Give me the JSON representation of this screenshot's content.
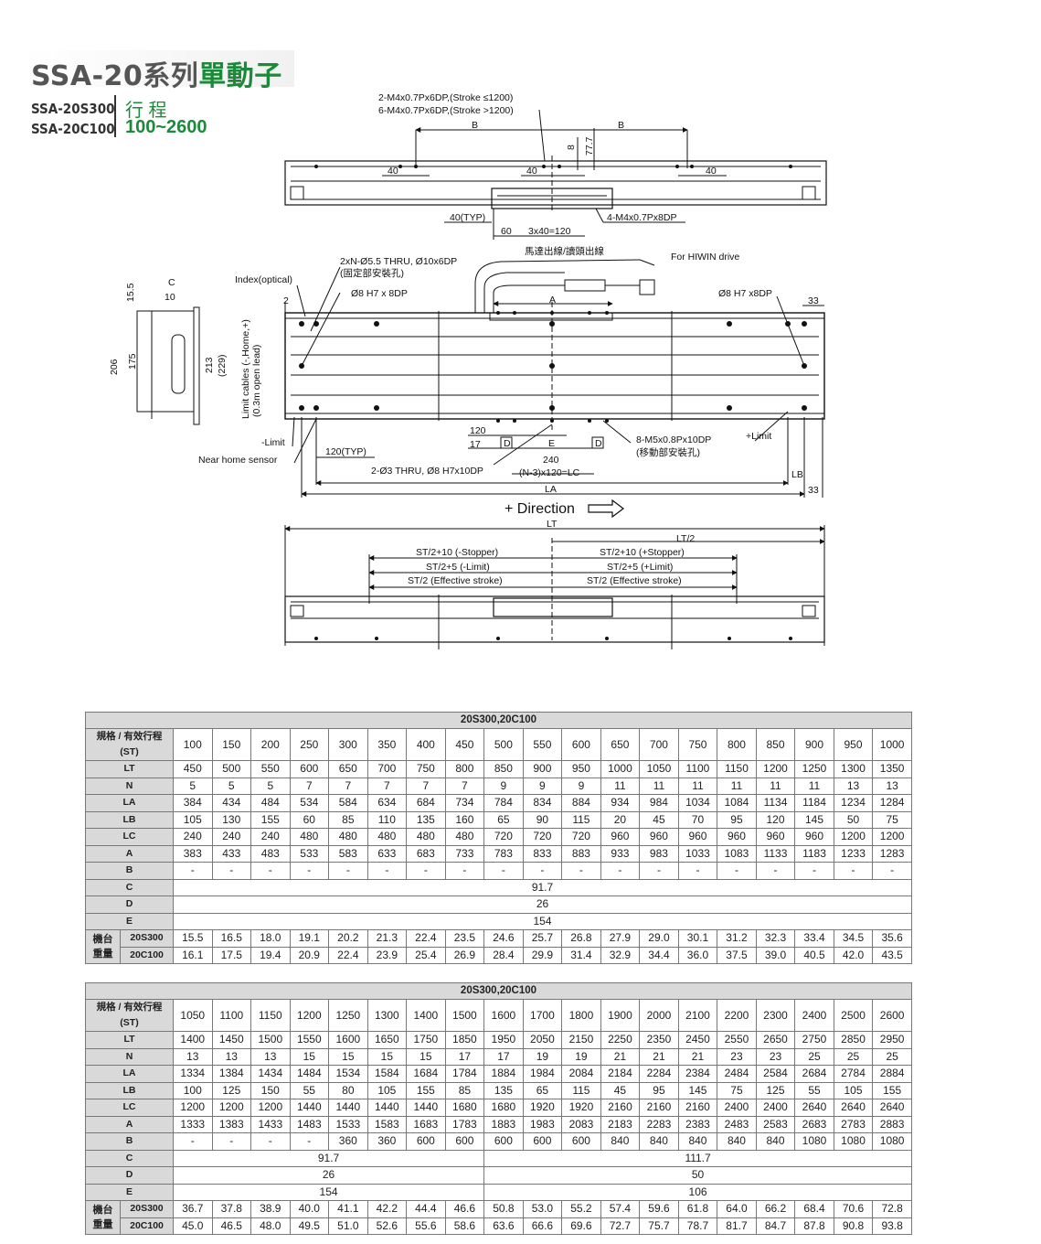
{
  "header": {
    "title_prefix": "SSA-20系列",
    "title_suffix": "單動子",
    "model1": "SSA-20S300",
    "model2": "SSA-20C100",
    "stroke_label": "行 程",
    "stroke_value": "100~2600"
  },
  "drawing": {
    "top": {
      "callout1": "2-M4x0.7Px6DP,(Stroke ≤1200)",
      "callout2": "6-M4x0.7Px6DP,(Stroke >1200)",
      "b_left": "B",
      "b_right": "B",
      "dim_40a": "40",
      "dim_40b": "40",
      "dim_40c": "40",
      "dim_8": "8",
      "dim_77": "77.7",
      "dim_40typ": "40(TYP)",
      "dim_60": "60",
      "dim_3x40": "3x40=120",
      "tap": "4-M4x0.7Px8DP"
    },
    "plan": {
      "motor_cable": "馬達出線/讀頭出線",
      "hiwin": "For HIWIN drive",
      "thru": "2xN-Ø5.5 THRU, Ø10x6DP",
      "thru_cn": "(固定部安裝孔)",
      "index": "Index(optical)",
      "pin_left": "Ø8 H7 x 8DP",
      "pin_right": "Ø8 H7 x8DP",
      "dim_2": "2",
      "dim_a": "A",
      "dim_33a": "33",
      "dim_c": "C",
      "dim_10": "10",
      "dim_155": "15.5",
      "dim_206": "206",
      "dim_175": "175",
      "dim_213": "213",
      "dim_229": "(229)",
      "limit_cables": "Limit cables (-,Home,+)",
      "open_lead": "(0.3m open lead)",
      "neg_limit": "-Limit",
      "pos_limit": "+Limit",
      "near_home": "Near home sensor",
      "dim_120typ": "120(TYP)",
      "dim_120": "120",
      "dim_17": "17",
      "dim_d1": "D",
      "dim_e": "E",
      "dim_d2": "D",
      "m5": "8-M5x0.8Px10DP",
      "m5_cn": "(移動部安裝孔)",
      "dim_240": "240",
      "pin3": "2-Ø3 THRU, Ø8 H7x10DP",
      "lc": "(N-3)x120=LC",
      "dim_la": "LA",
      "dim_lb": "LB",
      "dim_33b": "33",
      "direction": "+ Direction"
    },
    "stroke": {
      "lt": "LT",
      "lt2": "LT/2",
      "neg_stop": "ST/2+10 (-Stopper)",
      "pos_stop": "ST/2+10 (+Stopper)",
      "neg_lim": "ST/2+5 (-Limit)",
      "pos_lim": "ST/2+5 (+Limit)",
      "neg_eff": "ST/2 (Effective stroke)",
      "pos_eff": "ST/2 (Effective stroke)"
    }
  },
  "tables": [
    {
      "caption": "20S300,20C100",
      "header": "規格 / 有效行程 (ST)",
      "strokes": [
        "100",
        "150",
        "200",
        "250",
        "300",
        "350",
        "400",
        "450",
        "500",
        "550",
        "600",
        "650",
        "700",
        "750",
        "800",
        "850",
        "900",
        "950",
        "1000"
      ],
      "rows": [
        {
          "label": "LT",
          "values": [
            "450",
            "500",
            "550",
            "600",
            "650",
            "700",
            "750",
            "800",
            "850",
            "900",
            "950",
            "1000",
            "1050",
            "1100",
            "1150",
            "1200",
            "1250",
            "1300",
            "1350"
          ]
        },
        {
          "label": "N",
          "values": [
            "5",
            "5",
            "5",
            "7",
            "7",
            "7",
            "7",
            "7",
            "9",
            "9",
            "9",
            "11",
            "11",
            "11",
            "11",
            "11",
            "11",
            "13",
            "13"
          ]
        },
        {
          "label": "LA",
          "values": [
            "384",
            "434",
            "484",
            "534",
            "584",
            "634",
            "684",
            "734",
            "784",
            "834",
            "884",
            "934",
            "984",
            "1034",
            "1084",
            "1134",
            "1184",
            "1234",
            "1284"
          ]
        },
        {
          "label": "LB",
          "values": [
            "105",
            "130",
            "155",
            "60",
            "85",
            "110",
            "135",
            "160",
            "65",
            "90",
            "115",
            "20",
            "45",
            "70",
            "95",
            "120",
            "145",
            "50",
            "75"
          ]
        },
        {
          "label": "LC",
          "values": [
            "240",
            "240",
            "240",
            "480",
            "480",
            "480",
            "480",
            "480",
            "720",
            "720",
            "720",
            "960",
            "960",
            "960",
            "960",
            "960",
            "960",
            "1200",
            "1200"
          ]
        },
        {
          "label": "A",
          "values": [
            "383",
            "433",
            "483",
            "533",
            "583",
            "633",
            "683",
            "733",
            "783",
            "833",
            "883",
            "933",
            "983",
            "1033",
            "1083",
            "1133",
            "1183",
            "1233",
            "1283"
          ]
        },
        {
          "label": "B",
          "values": [
            "-",
            "-",
            "-",
            "-",
            "-",
            "-",
            "-",
            "-",
            "-",
            "-",
            "-",
            "-",
            "-",
            "-",
            "-",
            "-",
            "-",
            "-",
            "-"
          ]
        },
        {
          "label": "C",
          "merged": [
            {
              "span": 19,
              "value": "91.7"
            }
          ]
        },
        {
          "label": "D",
          "merged": [
            {
              "span": 19,
              "value": "26"
            }
          ]
        },
        {
          "label": "E",
          "merged": [
            {
              "span": 19,
              "value": "154"
            }
          ]
        }
      ],
      "weight_label": "機台重量",
      "weights": [
        {
          "model": "20S300",
          "values": [
            "15.5",
            "16.5",
            "18.0",
            "19.1",
            "20.2",
            "21.3",
            "22.4",
            "23.5",
            "24.6",
            "25.7",
            "26.8",
            "27.9",
            "29.0",
            "30.1",
            "31.2",
            "32.3",
            "33.4",
            "34.5",
            "35.6"
          ]
        },
        {
          "model": "20C100",
          "values": [
            "16.1",
            "17.5",
            "19.4",
            "20.9",
            "22.4",
            "23.9",
            "25.4",
            "26.9",
            "28.4",
            "29.9",
            "31.4",
            "32.9",
            "34.4",
            "36.0",
            "37.5",
            "39.0",
            "40.5",
            "42.0",
            "43.5"
          ]
        }
      ]
    },
    {
      "caption": "20S300,20C100",
      "header": "規格 / 有效行程 (ST)",
      "strokes": [
        "1050",
        "1100",
        "1150",
        "1200",
        "1250",
        "1300",
        "1400",
        "1500",
        "1600",
        "1700",
        "1800",
        "1900",
        "2000",
        "2100",
        "2200",
        "2300",
        "2400",
        "2500",
        "2600"
      ],
      "rows": [
        {
          "label": "LT",
          "values": [
            "1400",
            "1450",
            "1500",
            "1550",
            "1600",
            "1650",
            "1750",
            "1850",
            "1950",
            "2050",
            "2150",
            "2250",
            "2350",
            "2450",
            "2550",
            "2650",
            "2750",
            "2850",
            "2950"
          ]
        },
        {
          "label": "N",
          "values": [
            "13",
            "13",
            "13",
            "15",
            "15",
            "15",
            "15",
            "17",
            "17",
            "19",
            "19",
            "21",
            "21",
            "21",
            "23",
            "23",
            "25",
            "25",
            "25"
          ]
        },
        {
          "label": "LA",
          "values": [
            "1334",
            "1384",
            "1434",
            "1484",
            "1534",
            "1584",
            "1684",
            "1784",
            "1884",
            "1984",
            "2084",
            "2184",
            "2284",
            "2384",
            "2484",
            "2584",
            "2684",
            "2784",
            "2884"
          ]
        },
        {
          "label": "LB",
          "values": [
            "100",
            "125",
            "150",
            "55",
            "80",
            "105",
            "155",
            "85",
            "135",
            "65",
            "115",
            "45",
            "95",
            "145",
            "75",
            "125",
            "55",
            "105",
            "155"
          ]
        },
        {
          "label": "LC",
          "values": [
            "1200",
            "1200",
            "1200",
            "1440",
            "1440",
            "1440",
            "1440",
            "1680",
            "1680",
            "1920",
            "1920",
            "2160",
            "2160",
            "2160",
            "2400",
            "2400",
            "2640",
            "2640",
            "2640"
          ]
        },
        {
          "label": "A",
          "values": [
            "1333",
            "1383",
            "1433",
            "1483",
            "1533",
            "1583",
            "1683",
            "1783",
            "1883",
            "1983",
            "2083",
            "2183",
            "2283",
            "2383",
            "2483",
            "2583",
            "2683",
            "2783",
            "2883"
          ]
        },
        {
          "label": "B",
          "values": [
            "-",
            "-",
            "-",
            "-",
            "360",
            "360",
            "600",
            "600",
            "600",
            "600",
            "600",
            "840",
            "840",
            "840",
            "840",
            "840",
            "1080",
            "1080",
            "1080"
          ]
        },
        {
          "label": "C",
          "merged": [
            {
              "span": 8,
              "value": "91.7"
            },
            {
              "span": 11,
              "value": "111.7"
            }
          ]
        },
        {
          "label": "D",
          "merged": [
            {
              "span": 8,
              "value": "26"
            },
            {
              "span": 11,
              "value": "50"
            }
          ]
        },
        {
          "label": "E",
          "merged": [
            {
              "span": 8,
              "value": "154"
            },
            {
              "span": 11,
              "value": "106"
            }
          ]
        }
      ],
      "weight_label": "機台重量",
      "weights": [
        {
          "model": "20S300",
          "values": [
            "36.7",
            "37.8",
            "38.9",
            "40.0",
            "41.1",
            "42.2",
            "44.4",
            "46.6",
            "50.8",
            "53.0",
            "55.2",
            "57.4",
            "59.6",
            "61.8",
            "64.0",
            "66.2",
            "68.4",
            "70.6",
            "72.8"
          ]
        },
        {
          "model": "20C100",
          "values": [
            "45.0",
            "46.5",
            "48.0",
            "49.5",
            "51.0",
            "52.6",
            "55.6",
            "58.6",
            "63.6",
            "66.6",
            "69.6",
            "72.7",
            "75.7",
            "78.7",
            "81.7",
            "84.7",
            "87.8",
            "90.8",
            "93.8"
          ]
        }
      ]
    }
  ]
}
